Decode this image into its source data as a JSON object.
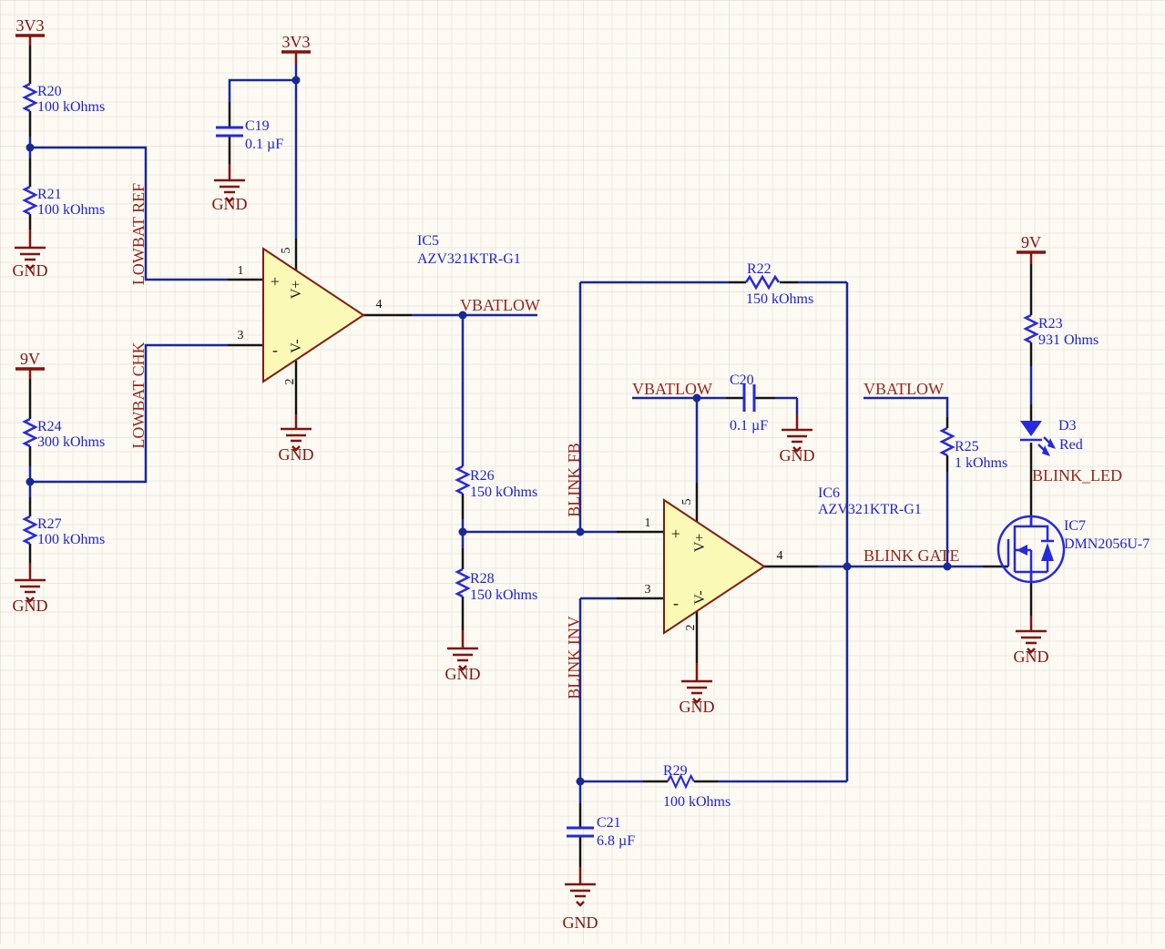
{
  "schematic": {
    "colors": {
      "background": "#FCFAF2",
      "grid_minor": "#EDEAE1",
      "grid_major": "#D8D4CB",
      "wire": "#182799",
      "pin": "#141414",
      "component": "#2629DF",
      "designator_text": "#1F24D0",
      "net_label_text": "#97251E",
      "power_object": "#7F1410",
      "opamp_fill": "#FBF9B6",
      "opamp_outline": "#7E1E14"
    },
    "power": {
      "v3v3": "3V3",
      "v9": "9V",
      "gnd": "GND"
    },
    "nets": {
      "lowbat_ref": "LOWBAT REF",
      "lowbat_chk": "LOWBAT CHK",
      "vbatlow": "VBATLOW",
      "blink_fb": "BLINK FB",
      "blink_inv": "BLINK INV",
      "blink_gate": "BLINK GATE",
      "blink_led": "BLINK_LED"
    },
    "components": {
      "r20": {
        "ref": "R20",
        "value": "100 kOhms"
      },
      "r21": {
        "ref": "R21",
        "value": "100 kOhms"
      },
      "r22": {
        "ref": "R22",
        "value": "150 kOhms"
      },
      "r23": {
        "ref": "R23",
        "value": "931 Ohms"
      },
      "r24": {
        "ref": "R24",
        "value": "300 kOhms"
      },
      "r25": {
        "ref": "R25",
        "value": "1 kOhms"
      },
      "r26": {
        "ref": "R26",
        "value": "150 kOhms"
      },
      "r27": {
        "ref": "R27",
        "value": "100 kOhms"
      },
      "r28": {
        "ref": "R28",
        "value": "150 kOhms"
      },
      "r29": {
        "ref": "R29",
        "value": "100 kOhms"
      },
      "c19": {
        "ref": "C19",
        "value": "0.1 µF"
      },
      "c20": {
        "ref": "C20",
        "value": "0.1 µF"
      },
      "c21": {
        "ref": "C21",
        "value": "6.8 µF"
      },
      "ic5": {
        "ref": "IC5",
        "value": "AZV321KTR-G1"
      },
      "ic6": {
        "ref": "IC6",
        "value": "AZV321KTR-G1"
      },
      "ic7": {
        "ref": "IC7",
        "value": "DMN2056U-7"
      },
      "d3": {
        "ref": "D3",
        "value": "Red"
      }
    },
    "opamp_pins": {
      "p1": "1",
      "p2": "2",
      "p3": "3",
      "p4": "4",
      "p5": "5",
      "plus": "+",
      "minus": "-",
      "vplus": "V+",
      "vminus": "V-"
    }
  }
}
